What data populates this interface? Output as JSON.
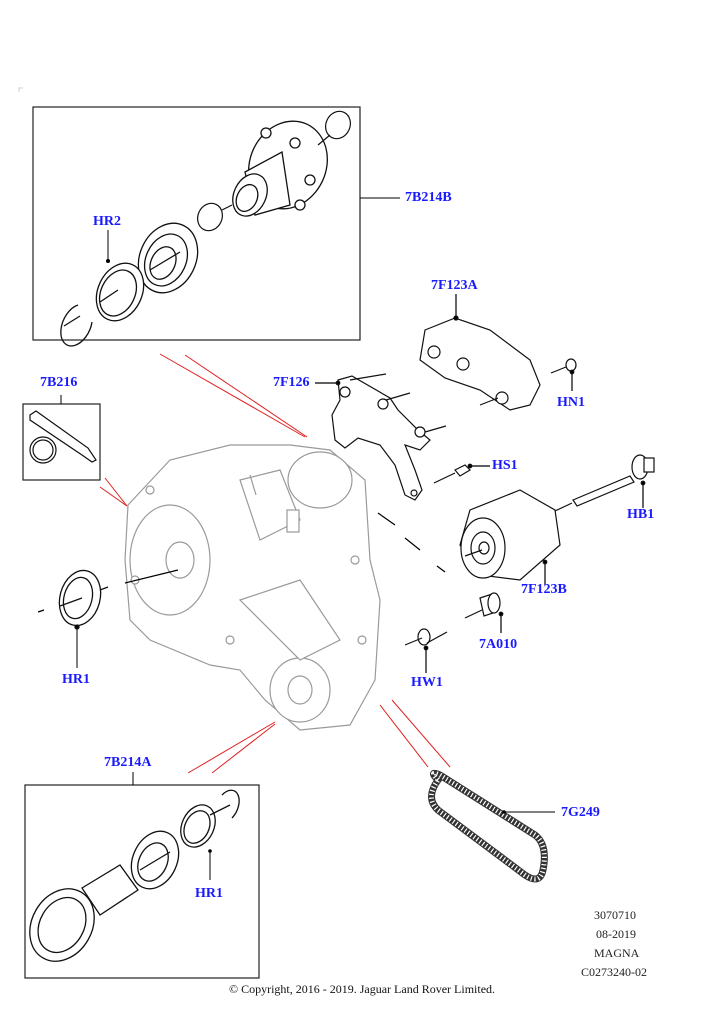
{
  "diagram": {
    "callouts": {
      "c_7B214B": "7B214B",
      "c_HR2": "HR2",
      "c_7F123A": "7F123A",
      "c_7B216": "7B216",
      "c_7F126": "7F126",
      "c_HN1": "HN1",
      "c_HS1": "HS1",
      "c_HB1": "HB1",
      "c_7F123B": "7F123B",
      "c_7A010": "7A010",
      "c_HR1_left": "HR1",
      "c_HW1": "HW1",
      "c_7B214A": "7B214A",
      "c_7G249": "7G249",
      "c_HR1_bottom": "HR1"
    },
    "colors": {
      "callout": "#1a1aff",
      "leader": "#000000",
      "reference_line": "#e02020",
      "housing": "#9a9a9a"
    }
  },
  "footer": {
    "illustration_number": "3070710",
    "date": "08-2019",
    "supplier": "MAGNA",
    "part_code": "C0273240-02",
    "copyright": "© Copyright, 2016 - 2019. Jaguar Land Rover Limited."
  }
}
